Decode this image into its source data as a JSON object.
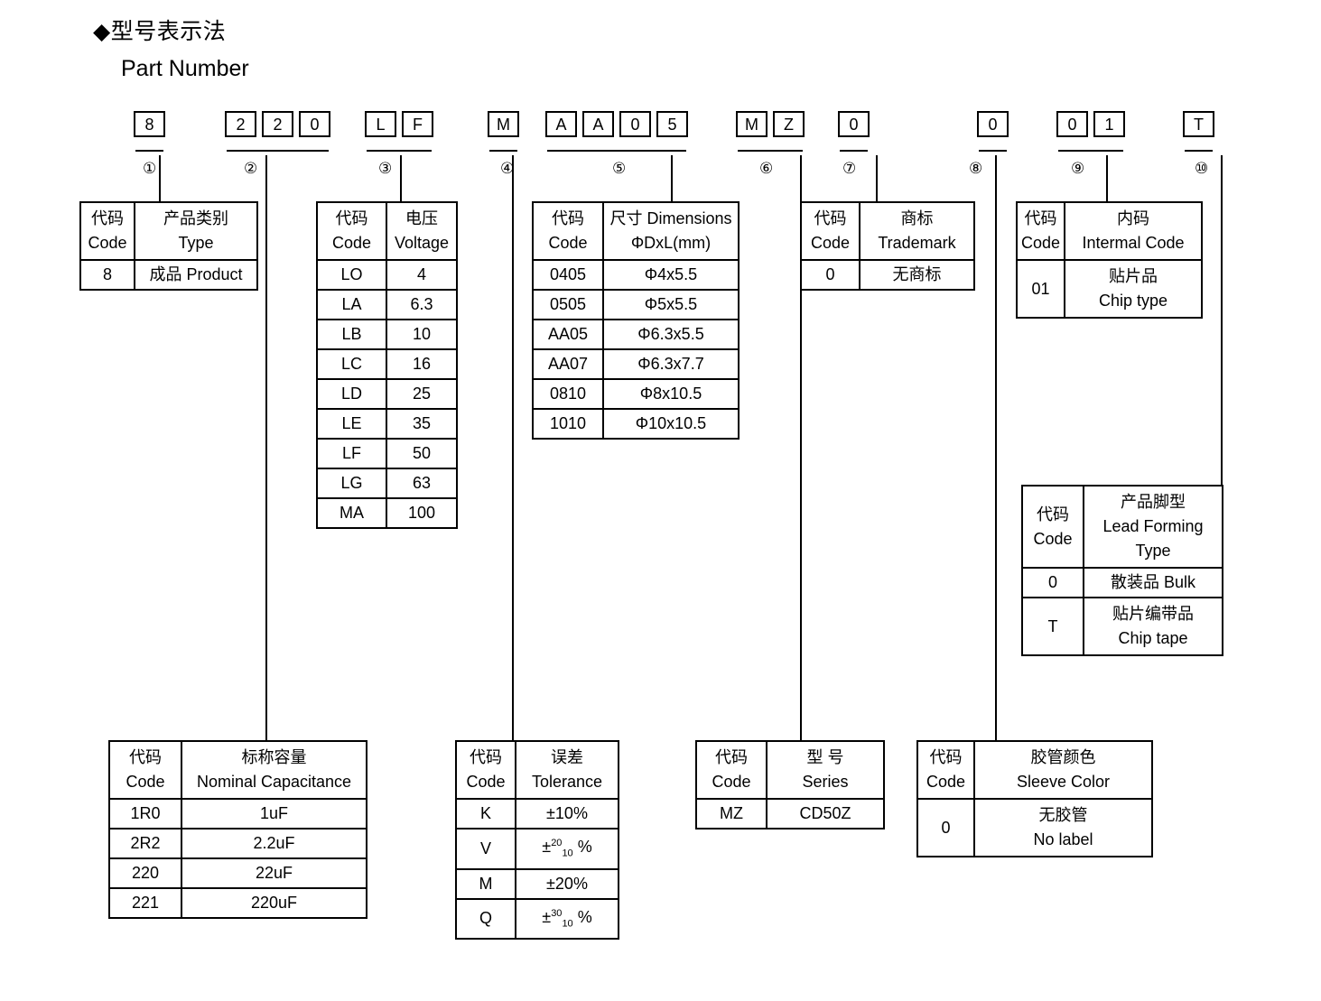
{
  "header": {
    "bullet": "◆",
    "title_cn": "型号表示法",
    "title_en": "Part Number"
  },
  "part_number": {
    "groups": [
      {
        "index": "①",
        "chars": [
          "8"
        ]
      },
      {
        "index": "②",
        "chars": [
          "2",
          "2",
          "0"
        ]
      },
      {
        "index": "③",
        "chars": [
          "L",
          "F"
        ]
      },
      {
        "index": "④",
        "chars": [
          "M"
        ]
      },
      {
        "index": "⑤",
        "chars": [
          "A",
          "A",
          "0",
          "5"
        ]
      },
      {
        "index": "⑥",
        "chars": [
          "M",
          "Z"
        ]
      },
      {
        "index": "⑦",
        "chars": [
          "0"
        ]
      },
      {
        "index": "⑧",
        "chars": [
          "0"
        ]
      },
      {
        "index": "⑨",
        "chars": [
          "0",
          "1"
        ]
      },
      {
        "index": "⑩",
        "chars": [
          "T"
        ]
      }
    ]
  },
  "tables": {
    "type": {
      "headers": [
        {
          "cn": "代码",
          "en": "Code"
        },
        {
          "cn": "产品类别",
          "en": "Type"
        }
      ],
      "rows": [
        [
          "8",
          "成品 Product"
        ]
      ]
    },
    "voltage": {
      "headers": [
        {
          "cn": "代码",
          "en": "Code"
        },
        {
          "cn": "电压",
          "en": "Voltage"
        }
      ],
      "rows": [
        [
          "LO",
          "4"
        ],
        [
          "LA",
          "6.3"
        ],
        [
          "LB",
          "10"
        ],
        [
          "LC",
          "16"
        ],
        [
          "LD",
          "25"
        ],
        [
          "LE",
          "35"
        ],
        [
          "LF",
          "50"
        ],
        [
          "LG",
          "63"
        ],
        [
          "MA",
          "100"
        ]
      ]
    },
    "dimensions": {
      "headers": [
        {
          "cn": "代码",
          "en": "Code"
        },
        {
          "cn": "尺寸 Dimensions",
          "en": "ΦDxL(mm)"
        }
      ],
      "rows": [
        [
          "0405",
          "Φ4x5.5"
        ],
        [
          "0505",
          "Φ5x5.5"
        ],
        [
          "AA05",
          "Φ6.3x5.5"
        ],
        [
          "AA07",
          "Φ6.3x7.7"
        ],
        [
          "0810",
          "Φ8x10.5"
        ],
        [
          "1010",
          "Φ10x10.5"
        ]
      ]
    },
    "trademark": {
      "headers": [
        {
          "cn": "代码",
          "en": "Code"
        },
        {
          "cn": "商标",
          "en": "Trademark"
        }
      ],
      "rows": [
        [
          "0",
          "无商标"
        ]
      ]
    },
    "internal_code": {
      "headers": [
        {
          "cn": "代码",
          "en": "Code"
        },
        {
          "cn": "内码",
          "en": "Intermal Code"
        }
      ],
      "rows": [
        [
          "01",
          {
            "cn": "贴片品",
            "en": "Chip type"
          }
        ]
      ]
    },
    "lead_forming": {
      "headers": [
        {
          "cn": "代码",
          "en": "Code"
        },
        {
          "cn": "产品脚型",
          "en": "Lead Forming",
          "en2": "Type"
        }
      ],
      "rows": [
        [
          "0",
          "散装品 Bulk"
        ],
        [
          "T",
          {
            "cn": "贴片编带品",
            "en": "Chip tape"
          }
        ]
      ]
    },
    "capacitance": {
      "headers": [
        {
          "cn": "代码",
          "en": "Code"
        },
        {
          "cn": "标称容量",
          "en": "Nominal Capacitance"
        }
      ],
      "rows": [
        [
          "1R0",
          "1uF"
        ],
        [
          "2R2",
          "2.2uF"
        ],
        [
          "220",
          "22uF"
        ],
        [
          "221",
          "220uF"
        ]
      ]
    },
    "tolerance": {
      "headers": [
        {
          "cn": "代码",
          "en": "Code"
        },
        {
          "cn": "误差",
          "en": "Tolerance"
        }
      ],
      "rows": [
        {
          "code": "K",
          "value": "±10%"
        },
        {
          "code": "V",
          "sign": "±",
          "sup": "20",
          "sub": "10",
          "unit": "%"
        },
        {
          "code": "M",
          "value": "±20%"
        },
        {
          "code": "Q",
          "sign": "±",
          "sup": "30",
          "sub": "10",
          "unit": "%"
        }
      ]
    },
    "series": {
      "headers": [
        {
          "cn": "代码",
          "en": "Code"
        },
        {
          "cn": "型 号",
          "en": "Series"
        }
      ],
      "rows": [
        [
          "MZ",
          "CD50Z"
        ]
      ]
    },
    "sleeve_color": {
      "headers": [
        {
          "cn": "代码",
          "en": "Code"
        },
        {
          "cn": "胶管颜色",
          "en": "Sleeve Color"
        }
      ],
      "rows": [
        [
          "0",
          {
            "cn": "无胶管",
            "en": "No label"
          }
        ]
      ]
    }
  }
}
